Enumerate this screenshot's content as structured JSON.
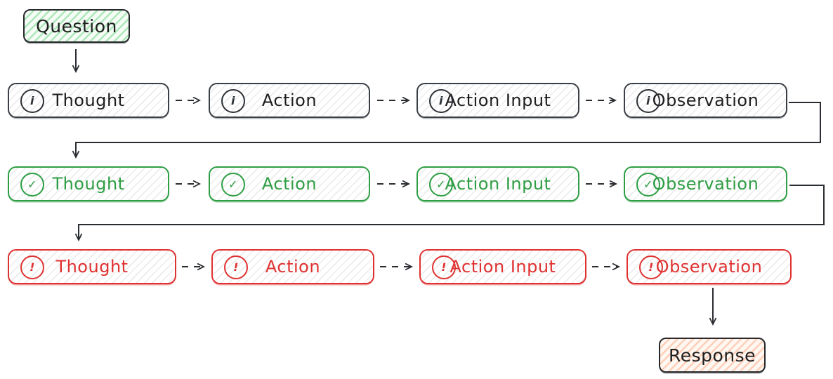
{
  "diagram": {
    "question": {
      "label": "Question"
    },
    "response": {
      "label": "Response"
    },
    "rows": [
      {
        "status": "info",
        "icon_glyph": "i",
        "steps": [
          {
            "label": "Thought"
          },
          {
            "label": "Action"
          },
          {
            "label": "Action Input"
          },
          {
            "label": "Observation"
          }
        ]
      },
      {
        "status": "success",
        "icon_glyph": "✓",
        "steps": [
          {
            "label": "Thought"
          },
          {
            "label": "Action"
          },
          {
            "label": "Action Input"
          },
          {
            "label": "Observation"
          }
        ]
      },
      {
        "status": "error",
        "icon_glyph": "!",
        "steps": [
          {
            "label": "Thought"
          },
          {
            "label": "Action"
          },
          {
            "label": "Action Input"
          },
          {
            "label": "Observation"
          }
        ]
      }
    ],
    "colors": {
      "stroke_dark": "#1e1e1e",
      "success_green": "#2f9e44",
      "error_red": "#e03131",
      "question_fill": "#b2f2bb",
      "response_fill": "#ffd0b8",
      "step_hatch": "#e9e9e9"
    }
  }
}
